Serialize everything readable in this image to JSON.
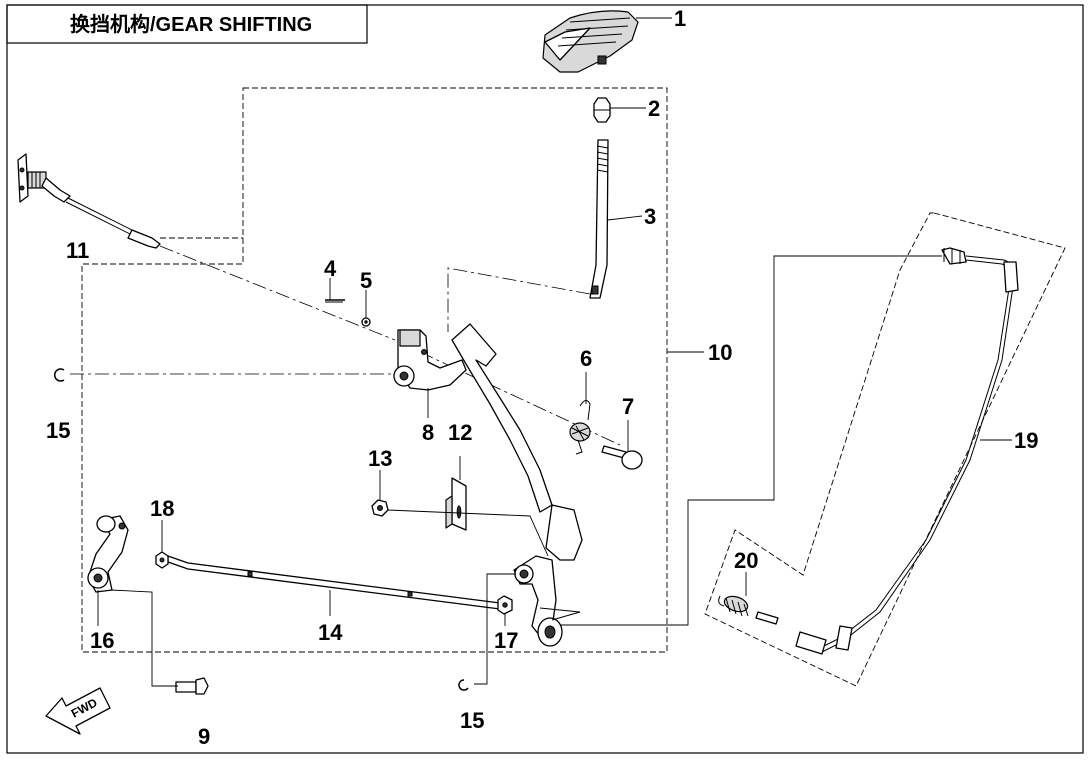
{
  "title": "换挡机构/GEAR SHIFTING",
  "direction_label": "FWD",
  "callouts": {
    "c1": "1",
    "c2": "2",
    "c3": "3",
    "c4": "4",
    "c5": "5",
    "c6": "6",
    "c7": "7",
    "c8": "8",
    "c9": "9",
    "c10": "10",
    "c11": "11",
    "c12": "12",
    "c13": "13",
    "c14": "14",
    "c15a": "15",
    "c15b": "15",
    "c16": "16",
    "c17": "17",
    "c18": "18",
    "c19": "19",
    "c20": "20"
  }
}
